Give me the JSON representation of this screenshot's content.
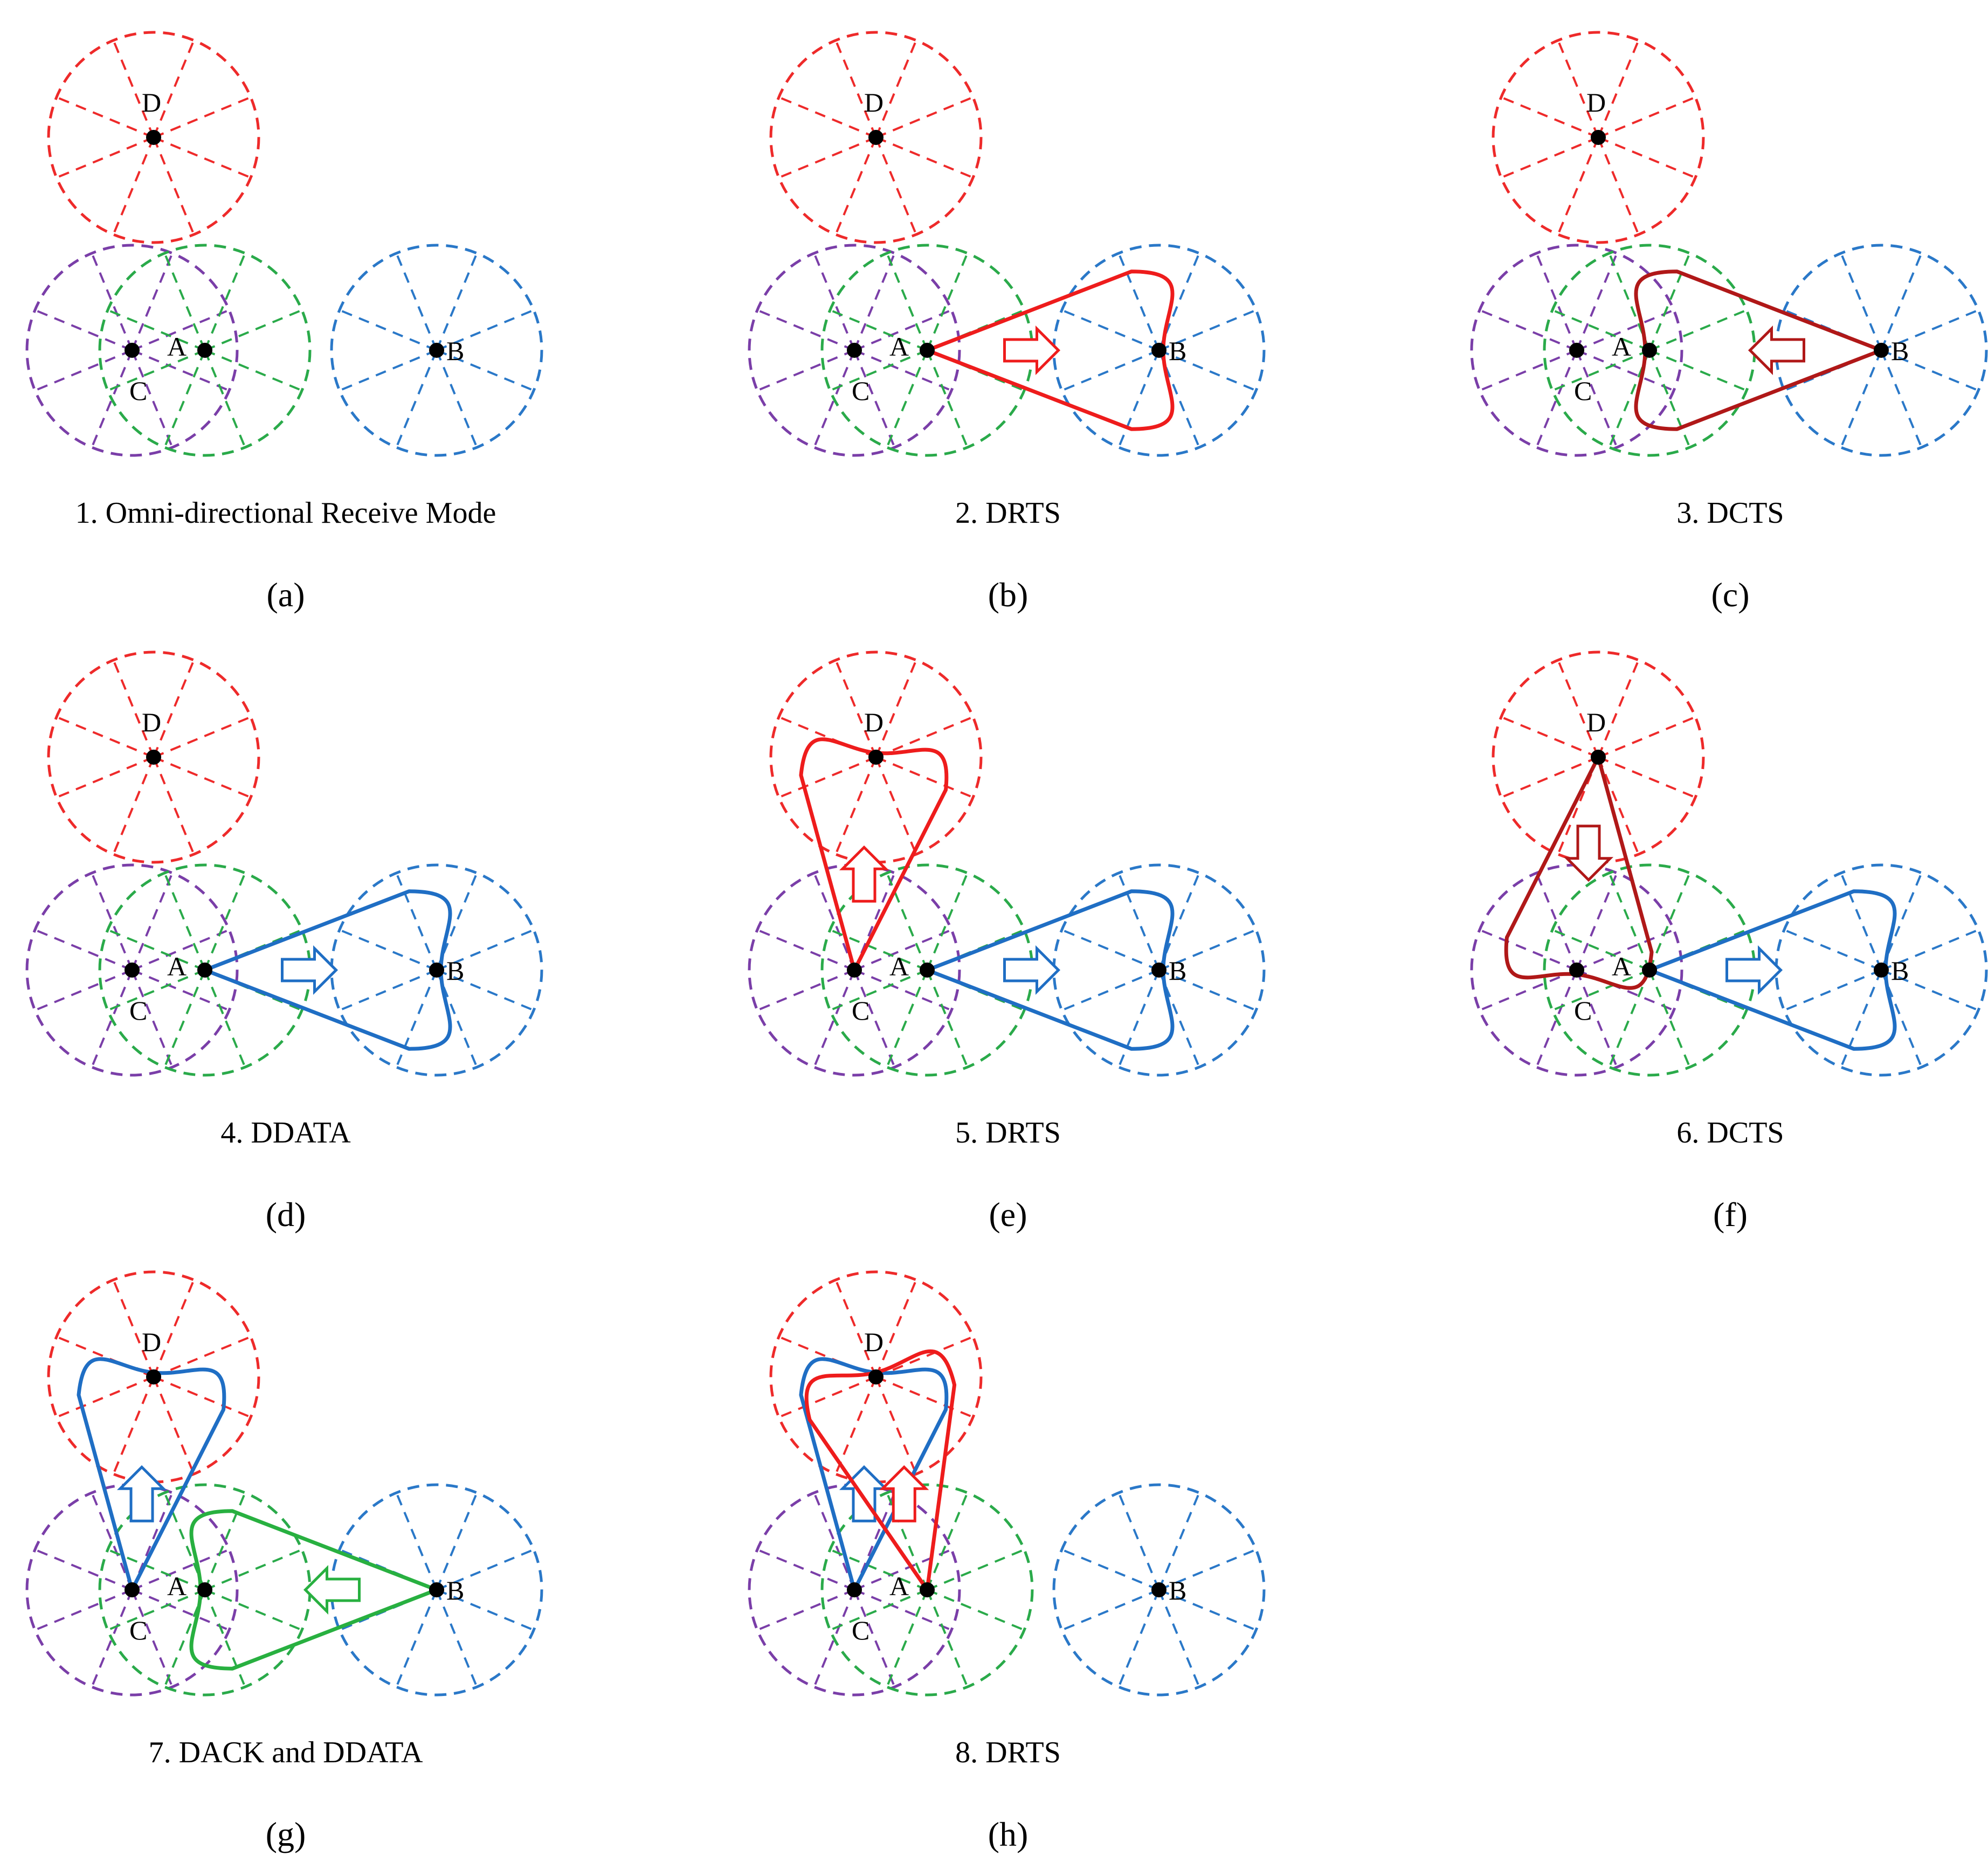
{
  "colors": {
    "D": "#ee2a2a",
    "C": "#7a3ea8",
    "A": "#2aaa4a",
    "B": "#2a78c8",
    "red": "#ee1c1c",
    "darkred": "#b01818",
    "blue": "#1f6ec4",
    "green": "#28b040",
    "node": "#000000"
  },
  "panels": [
    {
      "id": "a",
      "caption": "1. Omni-directional Receive Mode",
      "sublabel": "(a)",
      "nodes": {
        "D": "D",
        "A": "A",
        "C": "C",
        "B": "B"
      },
      "beams": []
    },
    {
      "id": "b",
      "caption": "2. DRTS",
      "sublabel": "(b)",
      "nodes": {
        "D": "D",
        "A": "A",
        "C": "C",
        "B": "B"
      },
      "beams": [
        {
          "from": "A",
          "to": "B",
          "color": "red",
          "arrow": "right"
        }
      ]
    },
    {
      "id": "c",
      "caption": "3. DCTS",
      "sublabel": "(c)",
      "nodes": {
        "D": "D",
        "A": "A",
        "C": "C",
        "B": "B"
      },
      "beams": [
        {
          "from": "B",
          "to": "A",
          "color": "darkred",
          "arrow": "left"
        }
      ]
    },
    {
      "id": "d",
      "caption": "4. DDATA",
      "sublabel": "(d)",
      "nodes": {
        "D": "D",
        "A": "A",
        "C": "C",
        "B": "B"
      },
      "beams": [
        {
          "from": "A",
          "to": "B",
          "color": "blue",
          "arrow": "right"
        }
      ]
    },
    {
      "id": "e",
      "caption": "5. DRTS",
      "sublabel": "(e)",
      "nodes": {
        "D": "D",
        "A": "A",
        "C": "C",
        "B": "B"
      },
      "beams": [
        {
          "from": "C",
          "to": "D",
          "color": "red",
          "arrow": "up"
        },
        {
          "from": "A",
          "to": "B",
          "color": "blue",
          "arrow": "right"
        }
      ]
    },
    {
      "id": "f",
      "caption": "6. DCTS",
      "sublabel": "(f)",
      "nodes": {
        "D": "D",
        "A": "A",
        "C": "C",
        "B": "B"
      },
      "beams": [
        {
          "from": "D",
          "to": "C",
          "color": "darkred",
          "arrow": "down"
        },
        {
          "from": "A",
          "to": "B",
          "color": "blue",
          "arrow": "right"
        }
      ]
    },
    {
      "id": "g",
      "caption": "7. DACK and DDATA",
      "sublabel": "(g)",
      "nodes": {
        "D": "D",
        "A": "A",
        "C": "C",
        "B": "B"
      },
      "beams": [
        {
          "from": "C",
          "to": "D",
          "color": "blue",
          "arrow": "up"
        },
        {
          "from": "B",
          "to": "A",
          "color": "green",
          "arrow": "left"
        }
      ]
    },
    {
      "id": "h",
      "caption": "8. DRTS",
      "sublabel": "(h)",
      "nodes": {
        "D": "D",
        "A": "A",
        "C": "C",
        "B": "B"
      },
      "beams": [
        {
          "from": "C",
          "to": "D",
          "color": "blue",
          "arrow": "up"
        },
        {
          "from": "A",
          "to": "D",
          "color": "red",
          "arrow": "up"
        }
      ]
    }
  ]
}
